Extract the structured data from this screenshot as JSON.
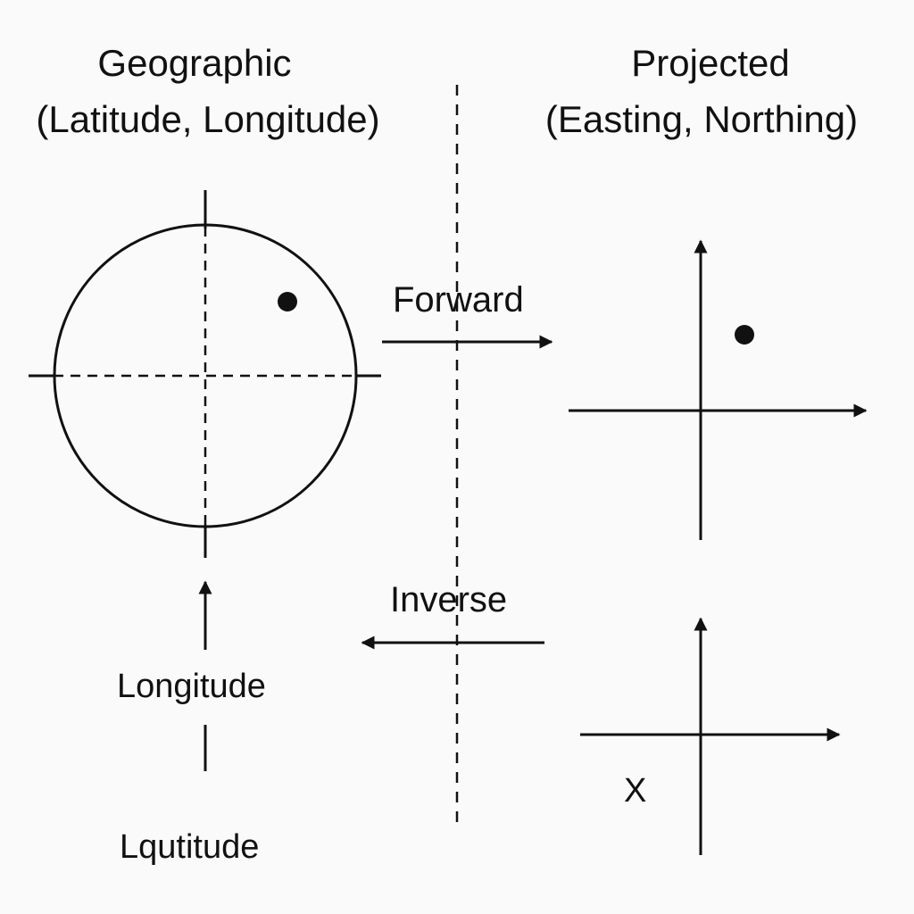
{
  "colors": {
    "ink": "#111111",
    "background": "#fafafa"
  },
  "left_panel": {
    "title": "Geographic",
    "subtitle": "(Latitude, Longitude)",
    "upper_axis_label": "Longitude",
    "lower_axis_label": "Lqutitude"
  },
  "right_panel": {
    "title": "Projected",
    "subtitle": "(Easting, Northing)",
    "lower_plot_label": "X"
  },
  "transforms": {
    "forward_label": "Forward",
    "inverse_label": "Inverse"
  }
}
